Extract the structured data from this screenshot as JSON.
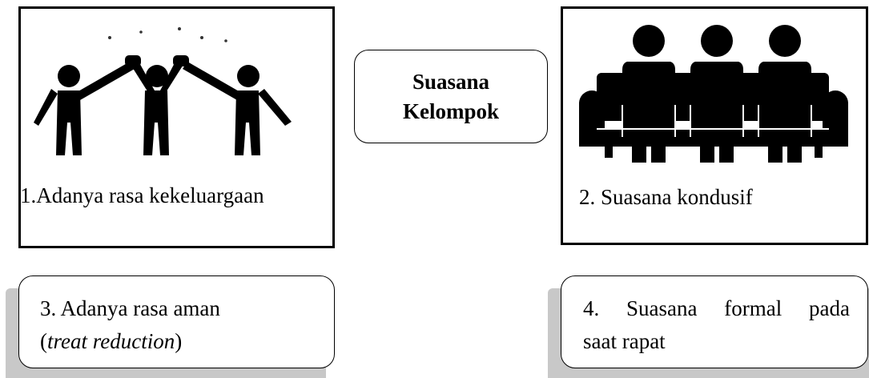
{
  "center": {
    "line1": "Suasana",
    "line2": "Kelompok"
  },
  "panel1": {
    "caption": "1.Adanya rasa kekeluargaan",
    "image_icon": "three-people-high-five-icon"
  },
  "panel2": {
    "caption": "2. Suasana kondusif",
    "image_icon": "three-people-sitting-on-sofa-icon"
  },
  "note3": {
    "line1": "3. Adanya rasa aman",
    "open_paren": "(",
    "italic": "treat reduction",
    "close_paren": ")"
  },
  "note4": {
    "line1_words": [
      "4.",
      "Suasana",
      "formal",
      "pada"
    ],
    "line2": "saat rapat"
  },
  "colors": {
    "ink": "#000000",
    "shadow": "#c8c8c8",
    "background": "#ffffff"
  }
}
